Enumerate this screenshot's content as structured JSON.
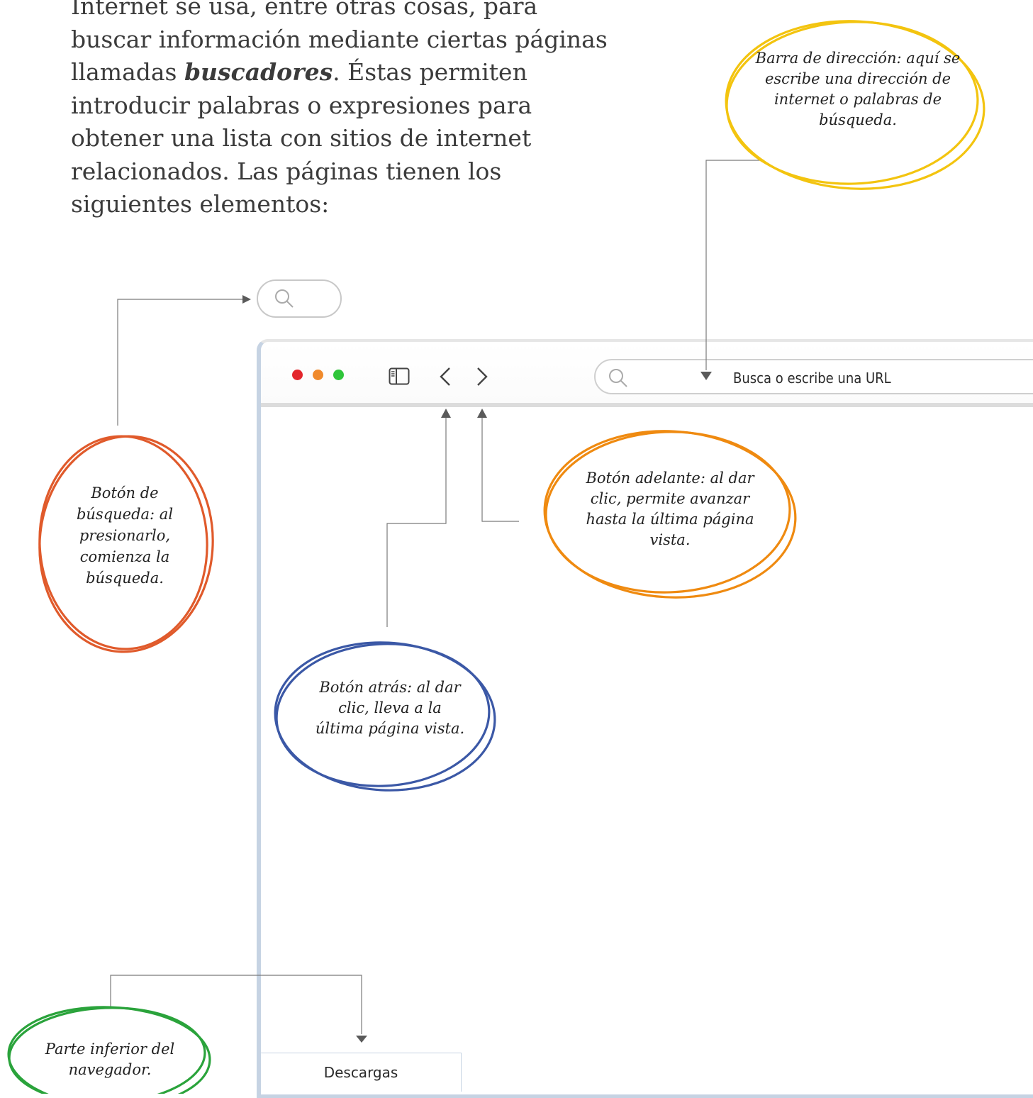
{
  "intro": {
    "text_before": "Internet se usa, entre otras cosas, para buscar información mediante ciertas páginas llamadas ",
    "emphasis": "buscadores",
    "text_after": ". Éstas permiten introducir palabras o expresiones para obtener una lista con sitios de internet relacionados. Las páginas tienen los siguientes elementos:"
  },
  "browser": {
    "address_placeholder": "Busca o escribe una URL",
    "back_glyph": "‹",
    "forward_glyph": "›",
    "downloads_label": "Descargas",
    "window_dots": [
      "#e3262c",
      "#f08a2c",
      "#2fc53a"
    ]
  },
  "callouts": {
    "search_button": {
      "text": "Botón de búsqueda: al presionarlo, comienza la búsqueda.",
      "color": "#e05a2b"
    },
    "forward_button": {
      "text": "Botón adelante: al dar clic, permite avanzar hasta la última página vista.",
      "color": "#ef8a10"
    },
    "back_button": {
      "text": "Botón atrás: al dar clic, lleva a la última página vista.",
      "color": "#3b58a6"
    },
    "address_bar": {
      "text": "Barra de dirección: aquí se escribe una dirección de internet o palabras de búsqueda.",
      "color": "#f3c40f"
    },
    "bottom_bar": {
      "text": "Parte inferior del navegador.",
      "color": "#2aa33b"
    }
  }
}
